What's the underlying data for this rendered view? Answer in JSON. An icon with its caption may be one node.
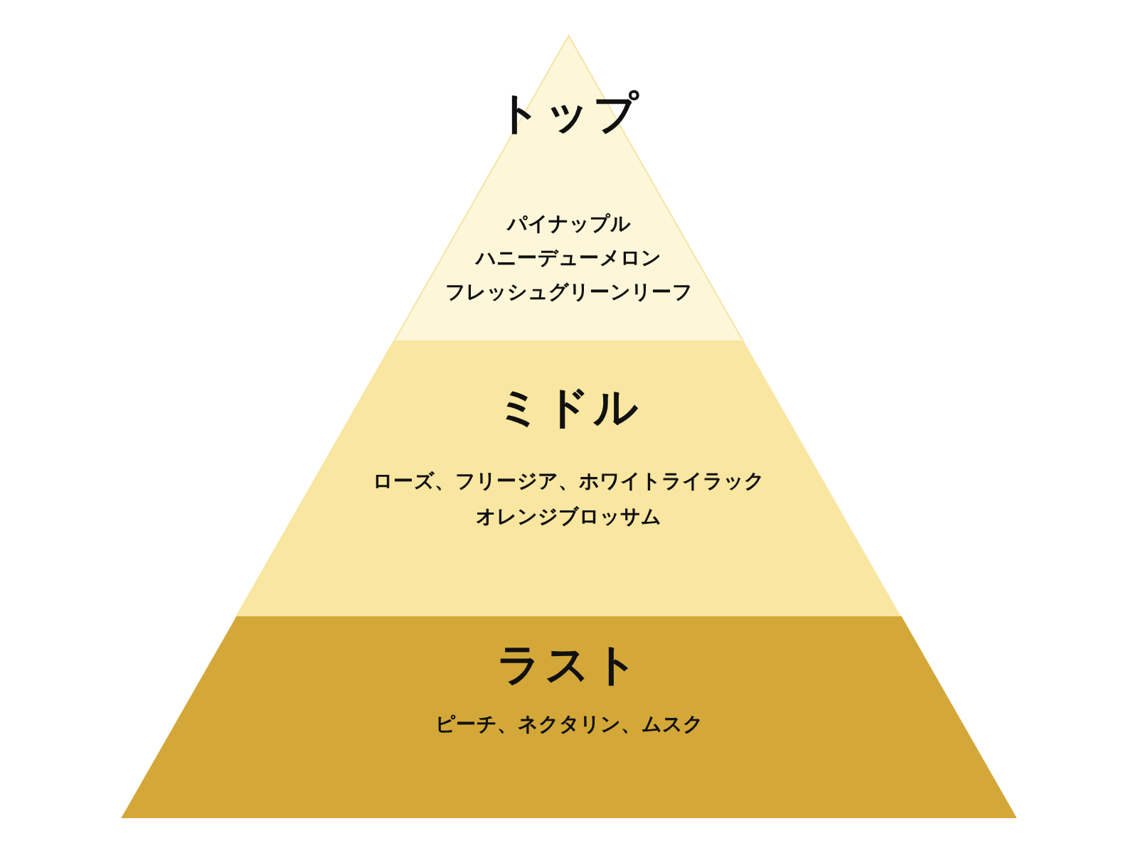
{
  "diagram": {
    "nodes": [
      {
        "text": [
          "トップ",
          "パイナップル",
          "ハニーデューメロン",
          "フレッシュグリーンリーフ"
        ]
      },
      {
        "text": [
          "ミドル",
          "ローズ、フリージア、ホワイトライラック",
          "オレンジブロッサム"
        ]
      },
      {
        "text": [
          "ラスト",
          "ピーチ、ネクタリン、ムスク"
        ]
      }
    ]
  }
}
